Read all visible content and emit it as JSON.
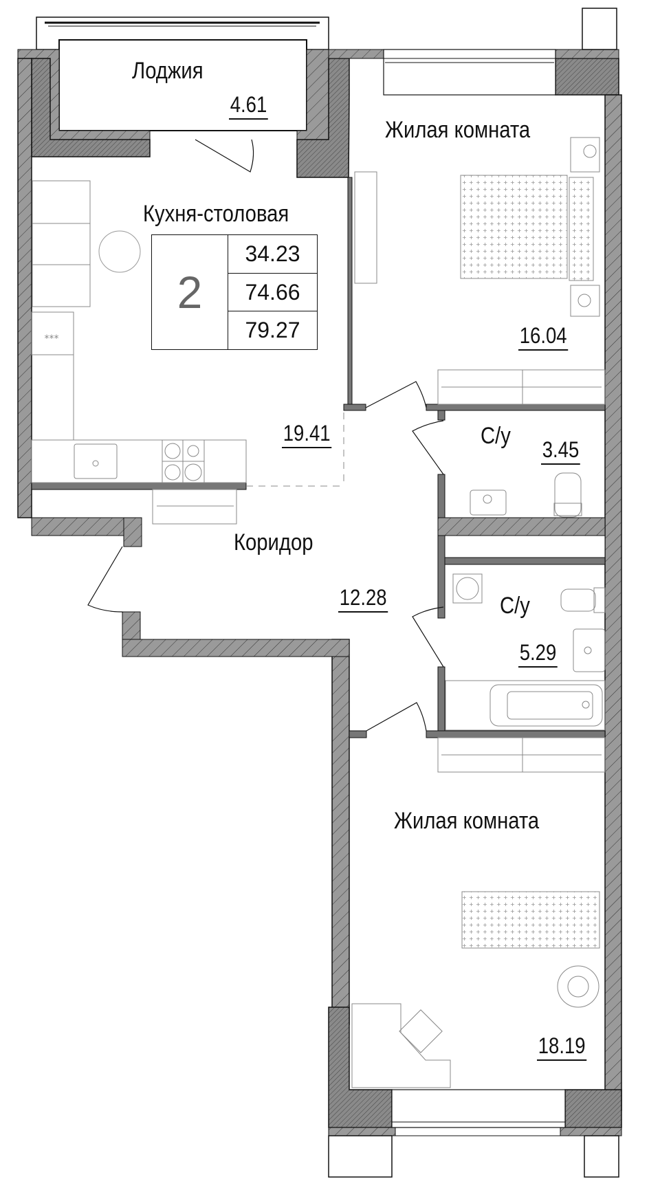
{
  "plan": {
    "summary": {
      "rooms_count": "2",
      "living_area": "34.23",
      "total_area": "74.66",
      "total_area_with_loggia": "79.27"
    },
    "rooms": [
      {
        "id": "loggia",
        "name": "Лоджия",
        "area": "4.61"
      },
      {
        "id": "kitchen",
        "name": "Кухня-столовая",
        "area": "19.41"
      },
      {
        "id": "bedroom1",
        "name": "Жилая комната",
        "area": "16.04"
      },
      {
        "id": "wc1",
        "name": "С/у",
        "area": "3.45"
      },
      {
        "id": "corridor",
        "name": "Коридор",
        "area": "12.28"
      },
      {
        "id": "wc2",
        "name": "С/у",
        "area": "5.29"
      },
      {
        "id": "bedroom2",
        "name": "Жилая комната",
        "area": "18.19"
      }
    ],
    "colors": {
      "wall_fill": "#9a9a9a",
      "wall_dark": "#777777",
      "line": "#111111",
      "furniture": "#888888"
    },
    "icons": [
      "sofa-icon",
      "round-table-icon",
      "fridge-icon",
      "sink-icon",
      "cooktop-icon",
      "bed-icon",
      "nightstand-icon",
      "wardrobe-icon",
      "toilet-icon",
      "washbasin-icon",
      "bathtub-icon",
      "washing-machine-icon",
      "desk-icon",
      "chair-icon",
      "round-rug-icon",
      "door-swing-icon",
      "window-icon"
    ]
  }
}
